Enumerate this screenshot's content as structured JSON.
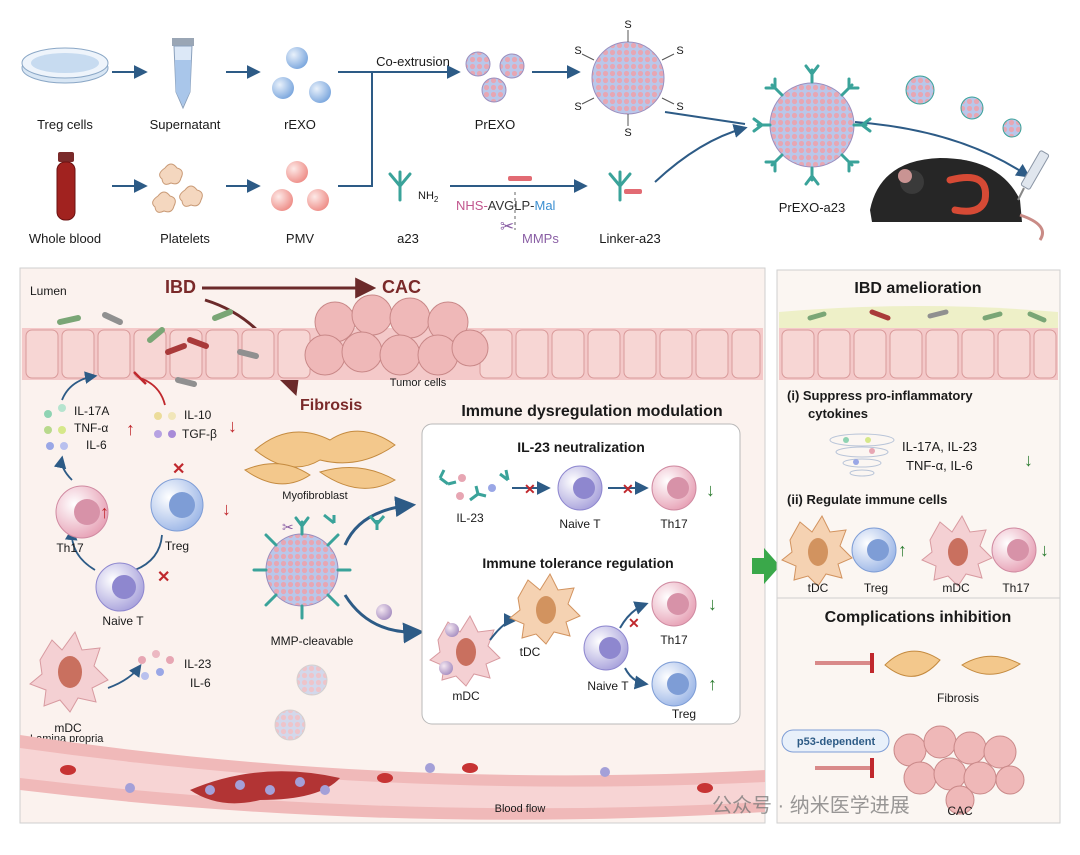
{
  "top": {
    "labels": {
      "treg_cells": "Treg cells",
      "supernatant": "Supernatant",
      "rexo": "rEXO",
      "prexo": "PrEXO",
      "whole_blood": "Whole blood",
      "platelets": "Platelets",
      "pmv": "PMV",
      "a23": "a23",
      "linker_a23": "Linker-a23",
      "prexo_a23": "PrEXO-a23",
      "co_extrusion": "Co-extrusion",
      "nh2": "NH",
      "nh2_sub": "2",
      "linker_nhs": "NHS-",
      "linker_avglp": "AVGLP-",
      "linker_mal": "Mal",
      "mmps": "MMPs",
      "s_letter": "S"
    }
  },
  "left": {
    "lumen": "Lumen",
    "ibd": "IBD",
    "cac": "CAC",
    "tumor_cells": "Tumor cells",
    "fibrosis": "Fibrosis",
    "myofibroblast": "Myofibroblast",
    "cytokines_th17": [
      "IL-17A",
      "TNF-α",
      "IL-6"
    ],
    "cytokines_treg": [
      "IL-10",
      "TGF-β"
    ],
    "th17": "Th17",
    "treg": "Treg",
    "naive_t": "Naive T",
    "mdc": "mDC",
    "cytokines_mdc": [
      "IL-23",
      "IL-6"
    ],
    "lamina_propria": "Lamina propria",
    "mmp_cleavable": "MMP-cleavable",
    "blood_flow": "Blood flow"
  },
  "modulation": {
    "title": "Immune dysregulation modulation",
    "il23_title": "IL-23 neutralization",
    "il23": "IL-23",
    "naive_t": "Naive T",
    "th17": "Th17",
    "tolerance_title": "Immune tolerance regulation",
    "mdc": "mDC",
    "tdc": "tDC",
    "naive_t2": "Naive T",
    "th17_2": "Th17",
    "treg": "Treg"
  },
  "right": {
    "ibd_title": "IBD amelioration",
    "suppress_line1": "(i) Suppress pro-inflammatory",
    "suppress_line2": "cytokines",
    "cyto_line1": "IL-17A, IL-23",
    "cyto_line2": "TNF-α, IL-6",
    "regulate": "(ii) Regulate immune cells",
    "tdc": "tDC",
    "treg": "Treg",
    "mdc": "mDC",
    "th17": "Th17",
    "complications_title": "Complications inhibition",
    "fibrosis": "Fibrosis",
    "p53": "p53-dependent",
    "cac": "CAC"
  },
  "watermark": "公众号 · 纳米医学进展",
  "colors": {
    "arrow_blue": "#2d5b86",
    "up_red": "#c0282d",
    "down_green": "#2e7d32",
    "panel_bg": "#fbf6f2",
    "panel_border": "#cfcfcf"
  }
}
